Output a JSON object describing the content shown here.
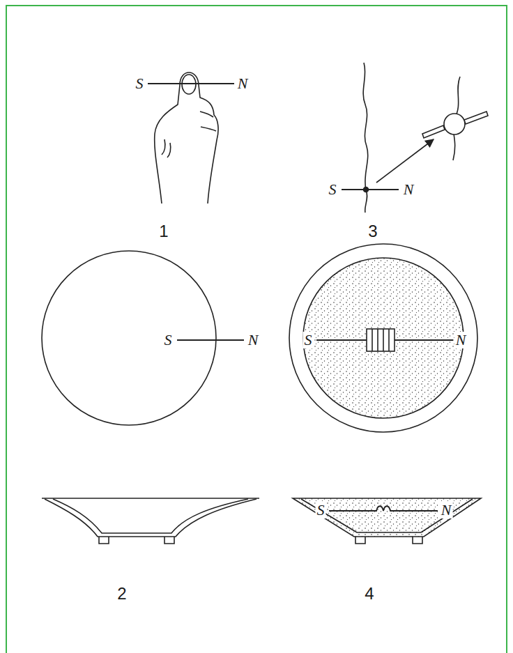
{
  "diagram": {
    "labels": [
      "S",
      "N",
      "S",
      "N",
      "1",
      "3",
      "S",
      "N",
      "S",
      "N",
      "S",
      "N",
      "2",
      "4"
    ]
  }
}
